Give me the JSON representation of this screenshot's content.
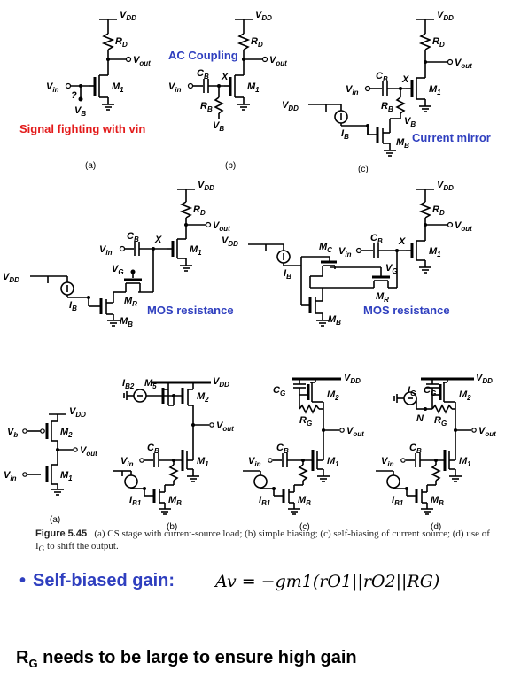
{
  "labels": {
    "vdd": "V",
    "vdd_sub": "DD",
    "rd": "R",
    "rd_sub": "D",
    "vout": "V",
    "vout_sub": "out",
    "vin": "V",
    "vin_sub": "in",
    "vb": "V",
    "vb_sub": "B",
    "m1": "M",
    "m1_sub": "1",
    "m2": "M",
    "m2_sub": "2",
    "mb": "M",
    "mb_sub": "B",
    "mr": "M",
    "mr_sub": "R",
    "mc": "M",
    "mc_sub": "C",
    "m5": "M",
    "m5_sub": "5",
    "cb": "C",
    "cb_sub": "B",
    "cg": "C",
    "cg_sub": "G",
    "rb": "R",
    "rb_sub": "B",
    "rg": "R",
    "rg_sub": "G",
    "ib": "I",
    "ib_sub": "B",
    "ib1": "I",
    "ib1_sub": "B1",
    "ib2": "I",
    "ib2_sub": "B2",
    "ig": "I",
    "ig_sub": "G",
    "vg": "V",
    "vg_sub": "G",
    "vb_small": "V",
    "vb_small_sub": "b",
    "x": "X",
    "n": "N",
    "question": "?"
  },
  "annotations": {
    "signal_fighting": "Signal fighting with vin",
    "ac_coupling": "AC Coupling",
    "current_mirror": "Current mirror",
    "mos_resistance": "MOS resistance"
  },
  "subfigure_labels": [
    "(a)",
    "(b)",
    "(c)",
    "(d)"
  ],
  "caption": {
    "figure": "Figure 5.45",
    "text": "(a) CS stage with current-source load; (b) simple biasing; (c) self-biasing of current source; (d) use of I",
    "sub": "G",
    "tail": " to shift the output."
  },
  "bullet": {
    "title": "Self-biased gain:",
    "formula": "Av = −gm1(rO1||rO2||RG)"
  },
  "note": {
    "prefix": "R",
    "sub": "G",
    "text": " needs to be large to ensure high gain"
  },
  "colors": {
    "blue": "#2f3fbf",
    "red": "#e31b1b"
  }
}
